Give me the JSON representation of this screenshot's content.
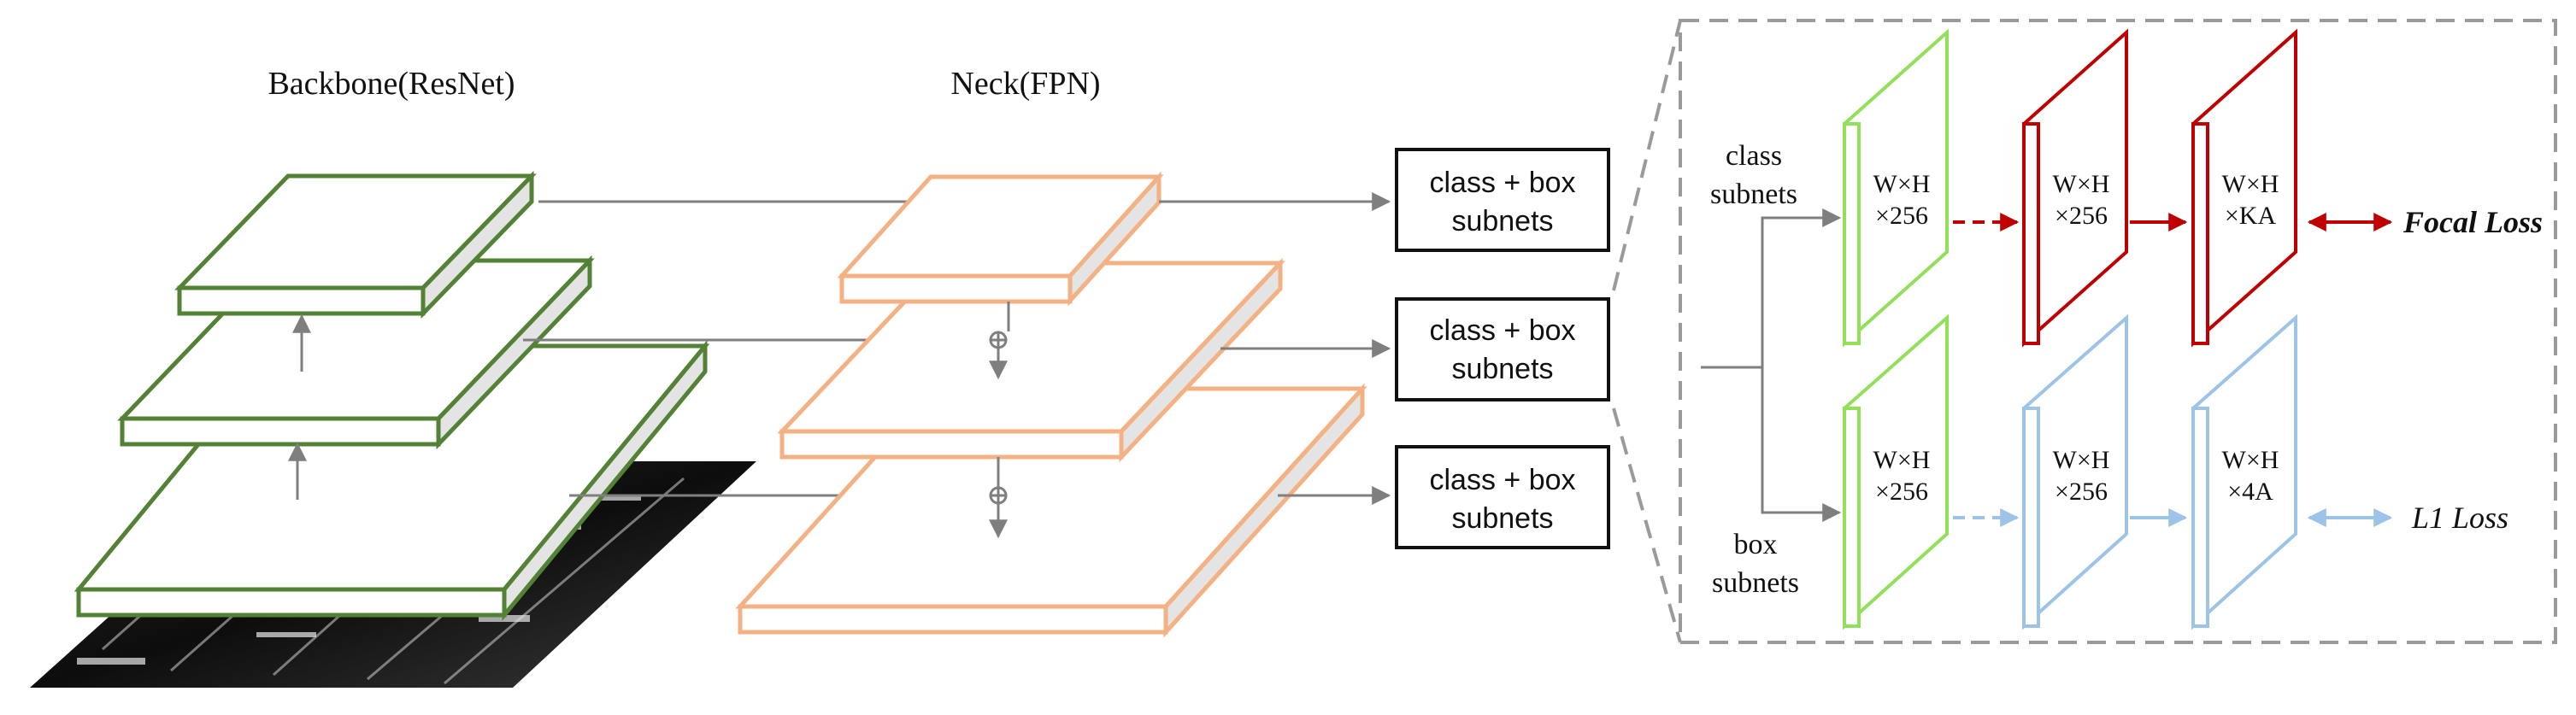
{
  "backbone": {
    "title": "Backbone(ResNet)"
  },
  "neck": {
    "title": "Neck(FPN)"
  },
  "subnet_boxes": [
    {
      "line1": "class + box",
      "line2": "subnets"
    },
    {
      "line1": "class + box",
      "line2": "subnets"
    },
    {
      "line1": "class + box",
      "line2": "subnets"
    }
  ],
  "head": {
    "class_label": {
      "line1": "class",
      "line2": "subnets"
    },
    "box_label": {
      "line1": "box",
      "line2": "subnets"
    },
    "class_maps": [
      {
        "line1": "W×H",
        "line2": "×256"
      },
      {
        "line1": "W×H",
        "line2": "×256"
      },
      {
        "line1": "W×H",
        "line2": "×KA"
      }
    ],
    "box_maps": [
      {
        "line1": "W×H",
        "line2": "×256"
      },
      {
        "line1": "W×H",
        "line2": "×256"
      },
      {
        "line1": "W×H",
        "line2": "×4A"
      }
    ],
    "class_loss": "Focal Loss",
    "box_loss": "L1 Loss"
  },
  "colors": {
    "backbone": "#538135",
    "neck": "#f4b183",
    "class_green": "#92e05a",
    "class_red": "#c00000",
    "box_blue": "#9dc3e6",
    "arrow_gray": "#7f7f7f",
    "side_fill": "#e4e4e4"
  }
}
